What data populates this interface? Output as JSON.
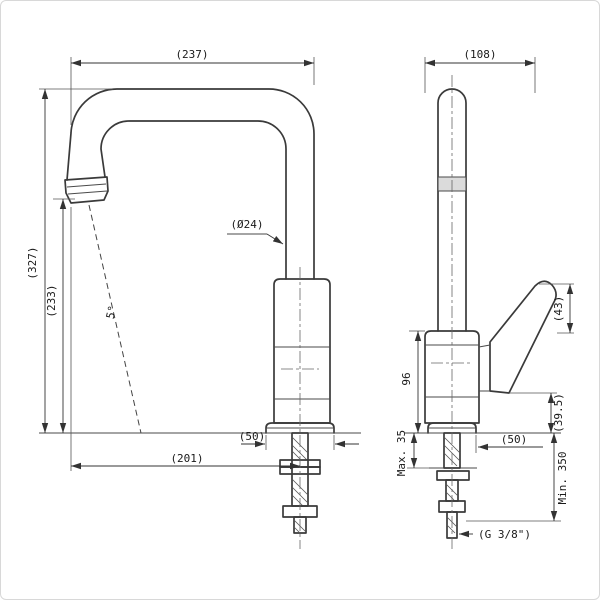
{
  "drawing": {
    "front": {
      "width_top": "(237)",
      "height_total": "(327)",
      "height_spout": "(233)",
      "spout_diameter": "(Ø24)",
      "angle": "5°",
      "base_width": "(50)",
      "reach": "(201)"
    },
    "side": {
      "depth_top": "(108)",
      "handle_width": "(43)",
      "body_height": "96",
      "base_height": "(39.5)",
      "deck_max": "Max. 35",
      "hose_min": "Min. 350",
      "base_width": "(50)",
      "thread": "(G 3/8\")"
    }
  }
}
